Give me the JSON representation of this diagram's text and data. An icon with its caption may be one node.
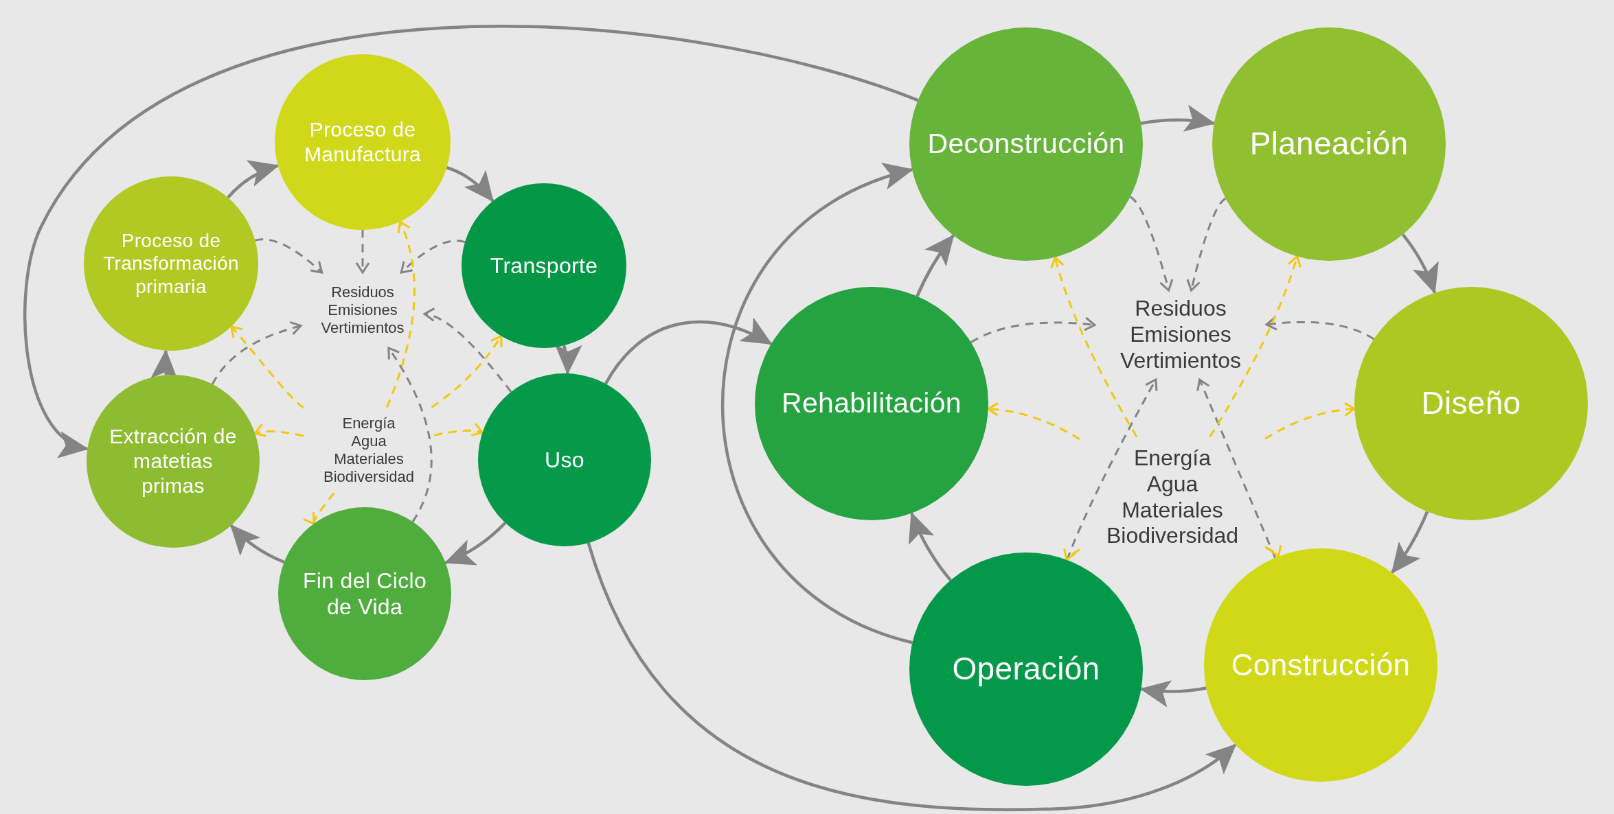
{
  "diagram": {
    "nodes": [
      {
        "text": [
          "Proceso de Manufactura"
        ]
      },
      {
        "text": [
          "Proceso de Transformación primaria"
        ]
      },
      {
        "text": [
          "Transporte"
        ]
      },
      {
        "text": [
          "Residuos Emisiones Vertimientos"
        ]
      },
      {
        "text": [
          "Extracción de matetias primas"
        ]
      },
      {
        "text": [
          "Energía Agua Materiales Biodiversidad"
        ]
      },
      {
        "text": [
          "Uso"
        ]
      },
      {
        "text": [
          "Fin del Ciclo de Vida"
        ]
      },
      {
        "text": [
          "Deconstrucción"
        ]
      },
      {
        "text": [
          "Planeación"
        ]
      },
      {
        "text": [
          "Residuos Emisiones Vertimientos"
        ]
      },
      {
        "text": [
          "Rehabilitación"
        ]
      },
      {
        "text": [
          "Diseño"
        ]
      },
      {
        "text": [
          "Energía Agua Materiales Biodiversidad"
        ]
      },
      {
        "text": [
          "Operación"
        ]
      },
      {
        "text": [
          "Construcción"
        ]
      }
    ],
    "edges": [
      {
        "from": 1,
        "to": 0,
        "arrow": "to"
      },
      {
        "from": 0,
        "to": 2,
        "arrow": "to"
      },
      {
        "from": 2,
        "to": 6,
        "arrow": "to"
      },
      {
        "from": 6,
        "to": 7,
        "arrow": "to"
      },
      {
        "from": 7,
        "to": 4,
        "arrow": "to"
      },
      {
        "from": 4,
        "to": 1,
        "arrow": "to"
      },
      {
        "from": 1,
        "to": 3,
        "arrow": "to",
        "style": "dashed"
      },
      {
        "from": 0,
        "to": 3,
        "arrow": "to",
        "style": "dashed"
      },
      {
        "from": 2,
        "to": 3,
        "arrow": "to",
        "style": "dashed"
      },
      {
        "from": 4,
        "to": 3,
        "arrow": "to",
        "style": "dashed"
      },
      {
        "from": 6,
        "to": 3,
        "arrow": "to",
        "style": "dashed"
      },
      {
        "from": 7,
        "to": 3,
        "arrow": "to",
        "style": "dashed"
      },
      {
        "from": 5,
        "to": 1,
        "arrow": "to",
        "style": "dashed",
        "color": "#f2c80f"
      },
      {
        "from": 5,
        "to": 0,
        "arrow": "to",
        "style": "dashed",
        "color": "#f2c80f"
      },
      {
        "from": 5,
        "to": 2,
        "arrow": "to",
        "style": "dashed",
        "color": "#f2c80f"
      },
      {
        "from": 5,
        "to": 4,
        "arrow": "to",
        "style": "dashed",
        "color": "#f2c80f"
      },
      {
        "from": 5,
        "to": 6,
        "arrow": "to",
        "style": "dashed",
        "color": "#f2c80f"
      },
      {
        "from": 5,
        "to": 7,
        "arrow": "to",
        "style": "dashed",
        "color": "#f2c80f"
      },
      {
        "from": 8,
        "to": 4,
        "arrow": "to"
      },
      {
        "from": 6,
        "to": 11,
        "arrow": "to"
      },
      {
        "from": 6,
        "to": 15,
        "arrow": "to"
      },
      {
        "from": 8,
        "to": 9,
        "arrow": "to"
      },
      {
        "from": 9,
        "to": 12,
        "arrow": "to"
      },
      {
        "from": 12,
        "to": 15,
        "arrow": "to"
      },
      {
        "from": 15,
        "to": 14,
        "arrow": "to"
      },
      {
        "from": 14,
        "to": 11,
        "arrow": "to"
      },
      {
        "from": 11,
        "to": 8,
        "arrow": "to"
      },
      {
        "from": 14,
        "to": 8,
        "arrow": "to"
      },
      {
        "from": 8,
        "to": 10,
        "arrow": "to",
        "style": "dashed"
      },
      {
        "from": 9,
        "to": 10,
        "arrow": "to",
        "style": "dashed"
      },
      {
        "from": 11,
        "to": 10,
        "arrow": "to",
        "style": "dashed"
      },
      {
        "from": 12,
        "to": 10,
        "arrow": "to",
        "style": "dashed"
      },
      {
        "from": 14,
        "to": 10,
        "arrow": "to",
        "style": "dashed"
      },
      {
        "from": 15,
        "to": 10,
        "arrow": "to",
        "style": "dashed"
      },
      {
        "from": 13,
        "to": 11,
        "arrow": "to",
        "style": "dashed",
        "color": "#f2c80f"
      },
      {
        "from": 13,
        "to": 8,
        "arrow": "to",
        "style": "dashed",
        "color": "#f2c80f"
      },
      {
        "from": 13,
        "to": 9,
        "arrow": "to",
        "style": "dashed",
        "color": "#f2c80f"
      },
      {
        "from": 13,
        "to": 12,
        "arrow": "to",
        "style": "dashed",
        "color": "#f2c80f"
      },
      {
        "from": 13,
        "to": 15,
        "arrow": "to",
        "style": "dashed",
        "color": "#f2c80f"
      },
      {
        "from": 13,
        "to": 14,
        "arrow": "to",
        "style": "dashed",
        "color": "#f2c80f"
      }
    ]
  }
}
